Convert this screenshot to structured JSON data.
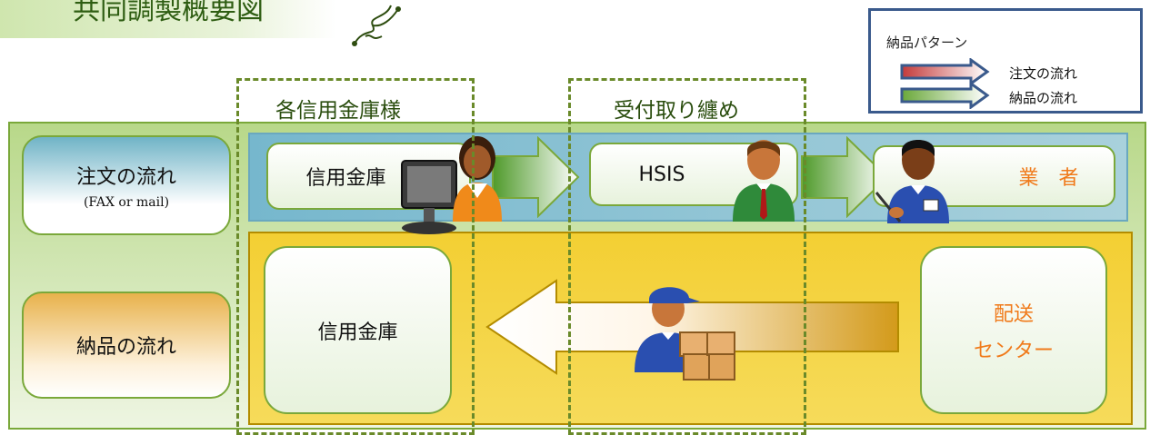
{
  "title": "共同調製概要図",
  "legend": {
    "title": "納品パターン",
    "order_label": "注文の流れ",
    "delivery_label": "納品の流れ"
  },
  "columns": {
    "bank": "各信用金庫様",
    "reception": "受付取り纏め"
  },
  "rows": {
    "order": {
      "label": "注文の流れ",
      "sub": "(FAX or mail)"
    },
    "delivery": {
      "label": "納品の流れ"
    }
  },
  "nodes": {
    "order_bank": "信用金庫",
    "hsis": "HSIS",
    "vendor": "業　者",
    "delivery_bank": "信用金庫",
    "center_line1": "配送",
    "center_line2": "センター"
  },
  "colors": {
    "green_frame": "#7aa83a",
    "order_band": "#76b7cd",
    "delivery_band": "#f3cf33",
    "orange_text": "#f07a1a",
    "legend_border": "#3a5a8c"
  }
}
